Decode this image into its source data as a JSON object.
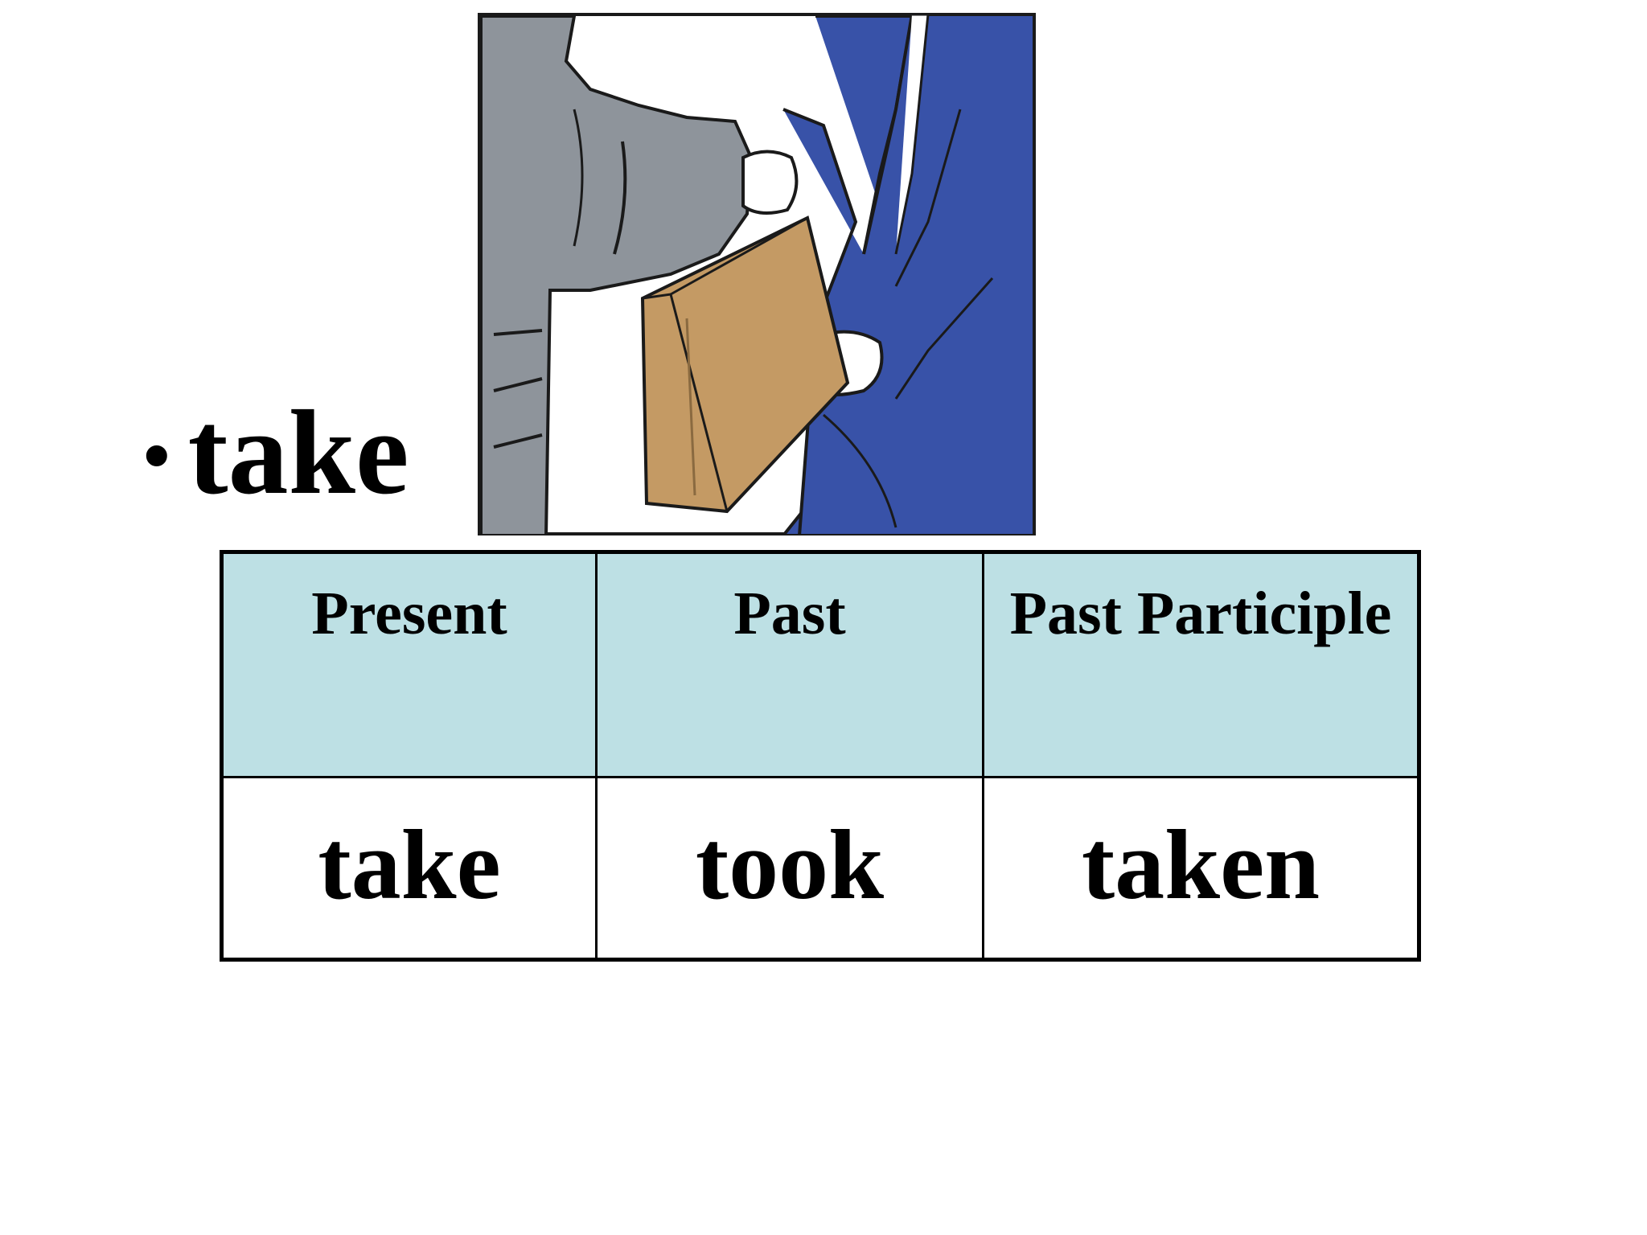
{
  "bullet": {
    "symbol": "•",
    "word": "take"
  },
  "illustration": {
    "icon": "handing-box-illustration-icon",
    "colors": {
      "sleeve": "#8e949b",
      "suit": "#3852a8",
      "box": "#c49a64",
      "outline": "#1a1a1a"
    }
  },
  "table": {
    "headers": [
      "Present",
      "Past",
      "Past Participle"
    ],
    "row": [
      "take",
      "took",
      "taken"
    ],
    "header_bg": "#bde0e4"
  }
}
